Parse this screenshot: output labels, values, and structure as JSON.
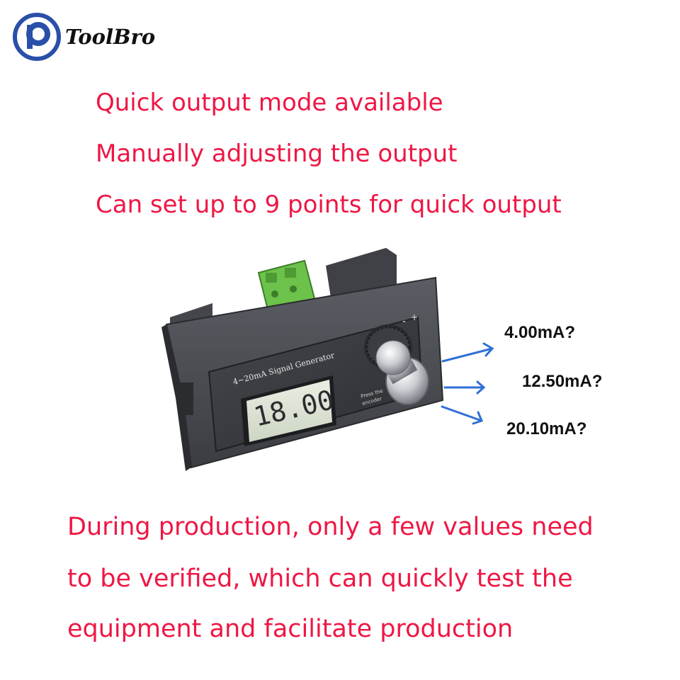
{
  "brand": {
    "name": "ToolBro"
  },
  "features": [
    "Quick output mode available",
    "Manually adjusting the output",
    "Can set up to 9 points for quick output"
  ],
  "device": {
    "panel_label": "4~20mA Signal Generator",
    "display_value": "18.00",
    "knob_label_line1": "Press the",
    "knob_label_line2": "encoder",
    "knob_minus": "-",
    "knob_plus": "+"
  },
  "output_values": [
    "4.00mA?",
    "12.50mA?",
    "20.10mA?"
  ],
  "description_lines": [
    "During production, only a few values need",
    "to be verified, which can quickly test the",
    "equipment and facilitate production"
  ],
  "colors": {
    "brand_blue": "#2a4fa8",
    "highlight_red": "#ee1744",
    "arrow_blue": "#2f6fd6",
    "terminal_green": "#6cc24a",
    "lcd_bg": "#dfe6d6"
  }
}
